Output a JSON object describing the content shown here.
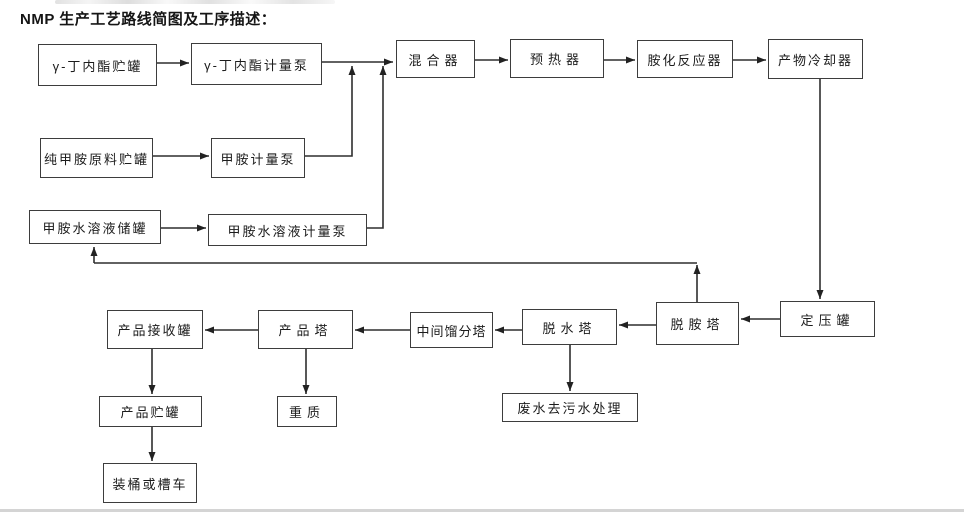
{
  "title": "NMP 生产工艺路线简图及工序描述：",
  "colors": {
    "background": "#ffffff",
    "box_border": "#3d3d3d",
    "line": "#2e2e2e",
    "text": "#1c1c1c"
  },
  "diagram": {
    "type": "flowchart",
    "nodes": {
      "gbl_tank": {
        "label": "γ-丁内酯贮罐"
      },
      "gbl_pump": {
        "label": "γ-丁内酯计量泵"
      },
      "mixer": {
        "label": "混合器"
      },
      "preheater": {
        "label": "预热器"
      },
      "amination_reactor": {
        "label": "胺化反应器"
      },
      "product_cooler": {
        "label": "产物冷却器"
      },
      "methylamine_tank": {
        "label": "纯甲胺原料贮罐"
      },
      "methylamine_pump": {
        "label": "甲胺计量泵"
      },
      "methylamine_solution_tank": {
        "label": "甲胺水溶液储罐"
      },
      "methylamine_solution_pump": {
        "label": "甲胺水溶液计量泵"
      },
      "product_receiver": {
        "label": "产品接收罐"
      },
      "product_tower": {
        "label": "产品塔"
      },
      "middle_fraction_tower": {
        "label": "中间馏分塔"
      },
      "dehydration_tower": {
        "label": "脱水塔"
      },
      "deamination_tower": {
        "label": "脱胺塔"
      },
      "pressure_tank": {
        "label": "定压罐"
      },
      "product_storage_tank": {
        "label": "产品贮罐"
      },
      "heavy_fraction": {
        "label": "重质"
      },
      "wastewater": {
        "label": "废水去污水处理"
      },
      "barrel_or_truck": {
        "label": "装桶或槽车"
      }
    },
    "edges": [
      {
        "from": "gbl_tank",
        "to": "gbl_pump"
      },
      {
        "from": "gbl_pump",
        "to": "mixer"
      },
      {
        "from": "methylamine_tank",
        "to": "methylamine_pump"
      },
      {
        "from": "methylamine_pump",
        "to": "mixer"
      },
      {
        "from": "methylamine_solution_tank",
        "to": "methylamine_solution_pump"
      },
      {
        "from": "methylamine_solution_pump",
        "to": "mixer"
      },
      {
        "from": "mixer",
        "to": "preheater"
      },
      {
        "from": "preheater",
        "to": "amination_reactor"
      },
      {
        "from": "amination_reactor",
        "to": "product_cooler"
      },
      {
        "from": "product_cooler",
        "to": "pressure_tank"
      },
      {
        "from": "pressure_tank",
        "to": "deamination_tower"
      },
      {
        "from": "deamination_tower",
        "to": "methylamine_solution_tank"
      },
      {
        "from": "deamination_tower",
        "to": "dehydration_tower"
      },
      {
        "from": "dehydration_tower",
        "to": "wastewater"
      },
      {
        "from": "dehydration_tower",
        "to": "middle_fraction_tower"
      },
      {
        "from": "middle_fraction_tower",
        "to": "product_tower"
      },
      {
        "from": "product_tower",
        "to": "heavy_fraction"
      },
      {
        "from": "product_tower",
        "to": "product_receiver"
      },
      {
        "from": "product_receiver",
        "to": "product_storage_tank"
      },
      {
        "from": "product_storage_tank",
        "to": "barrel_or_truck"
      }
    ]
  }
}
